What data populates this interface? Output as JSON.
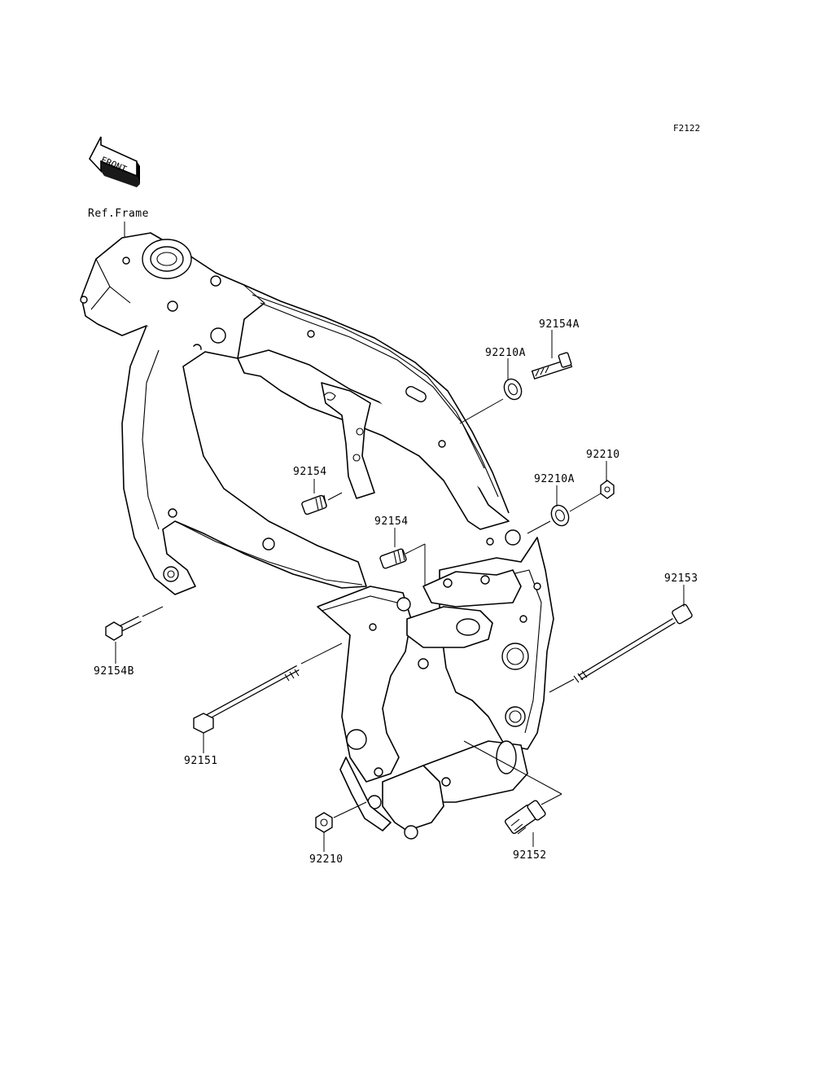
{
  "diagram": {
    "code": "F2122",
    "front_label": "FRONT",
    "ref_label": "Ref.Frame",
    "parts": {
      "p92154A": "92154A",
      "p92210A_top": "92210A",
      "p92210_right": "92210",
      "p92210A_mid": "92210A",
      "p92154_left": "92154",
      "p92154_mid": "92154",
      "p92153": "92153",
      "p92154B": "92154B",
      "p92151": "92151",
      "p92210_bottom": "92210",
      "p92152": "92152"
    }
  }
}
